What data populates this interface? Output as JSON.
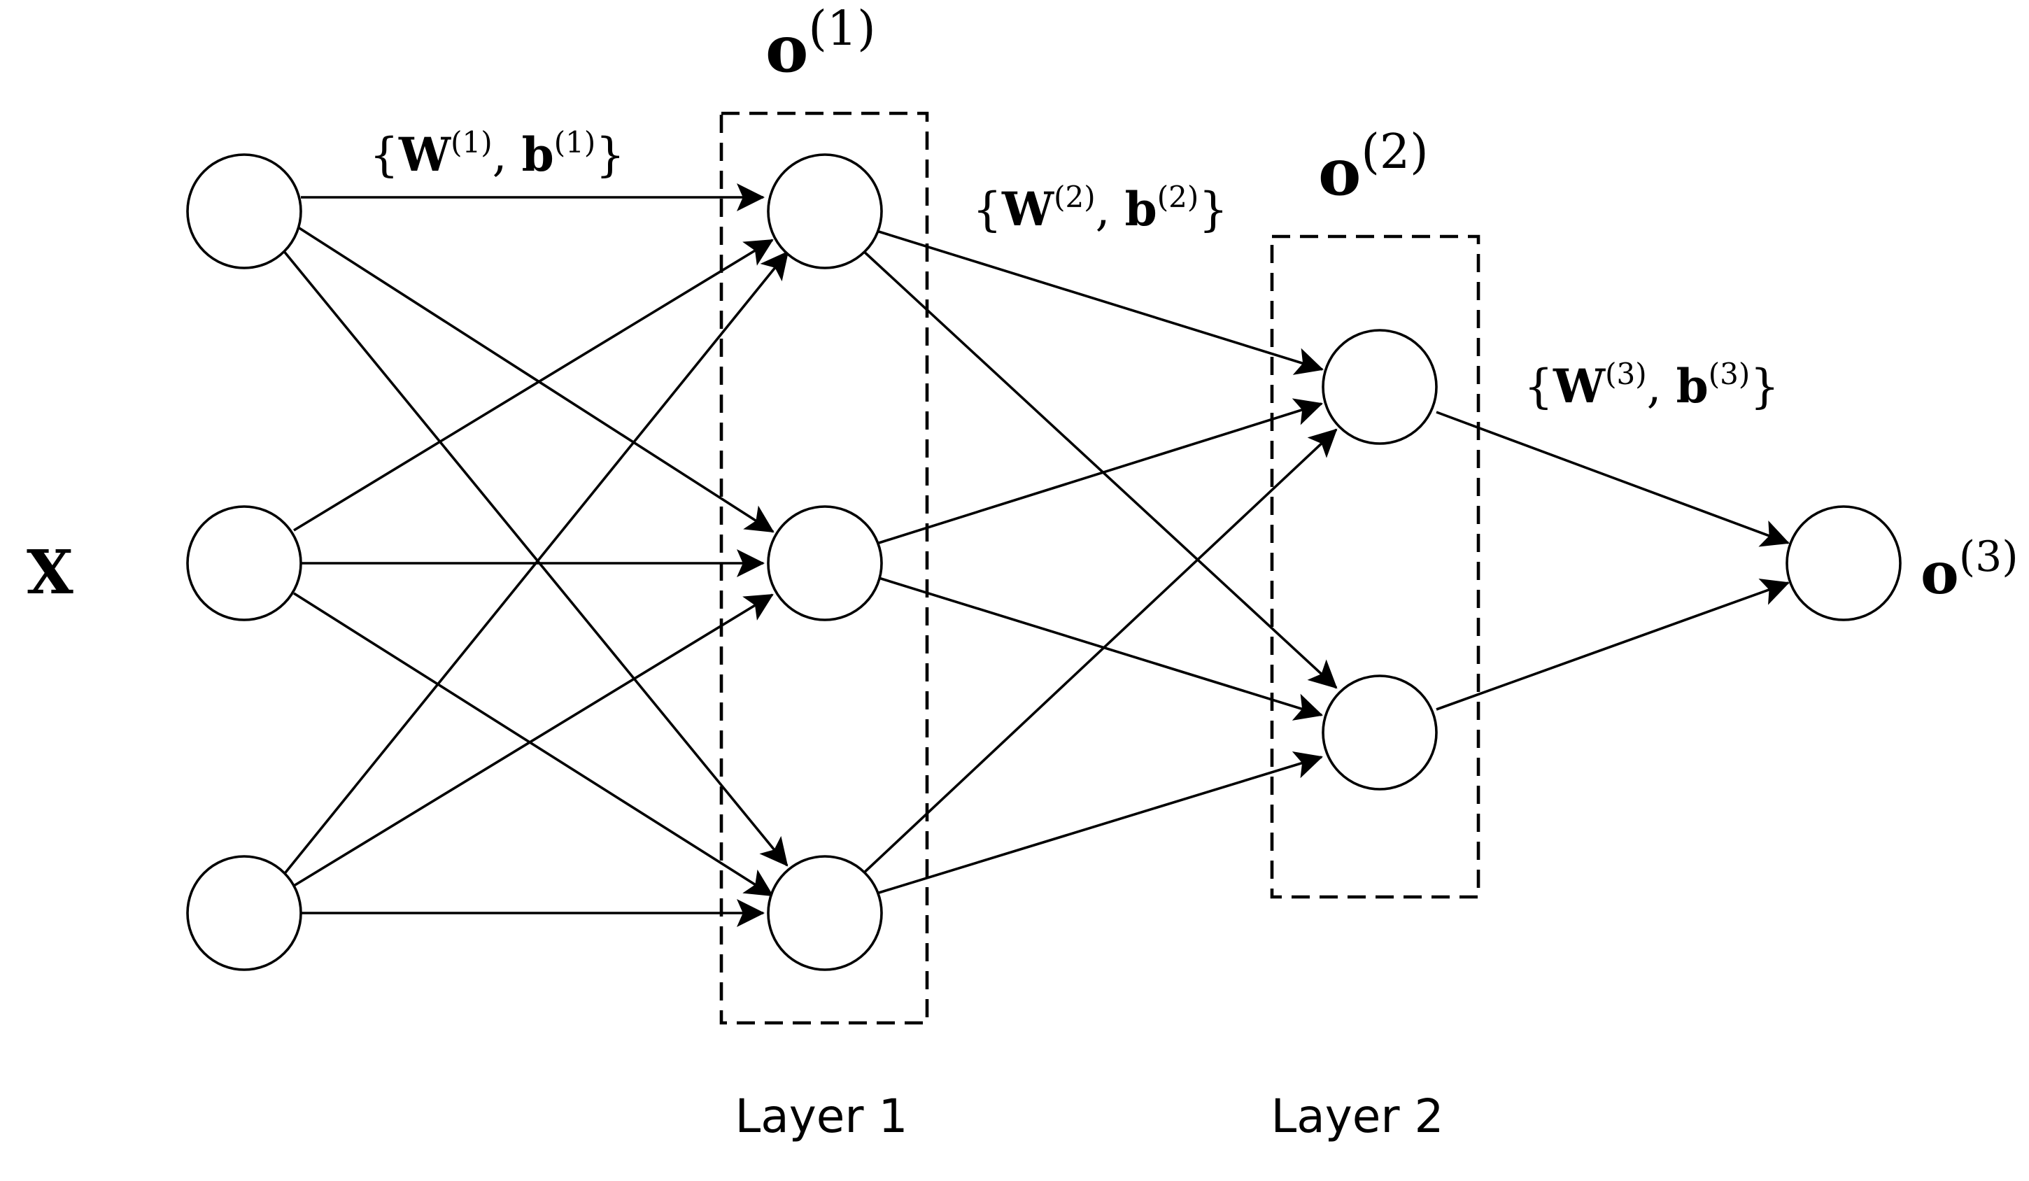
{
  "input_label": "X",
  "nodes": {
    "input": [
      "",
      "",
      ""
    ],
    "hidden1": [
      "",
      "",
      ""
    ],
    "hidden2": [
      "",
      ""
    ],
    "output": [
      ""
    ]
  },
  "layer1": {
    "output_var": "o",
    "output_sup": "(1)",
    "caption": "Layer 1"
  },
  "layer2": {
    "output_var": "o",
    "output_sup": "(2)",
    "caption": "Layer 2"
  },
  "output_layer": {
    "output_var": "o",
    "output_sup": "(3)"
  },
  "weights": [
    {
      "open": "{",
      "w": "W",
      "w_sup": "(1)",
      "sep": ", ",
      "b": "b",
      "b_sup": "(1)",
      "close": "}"
    },
    {
      "open": "{",
      "w": "W",
      "w_sup": "(2)",
      "sep": ", ",
      "b": "b",
      "b_sup": "(2)",
      "close": "}"
    },
    {
      "open": "{",
      "w": "W",
      "w_sup": "(3)",
      "sep": ", ",
      "b": "b",
      "b_sup": "(3)",
      "close": "}"
    }
  ]
}
